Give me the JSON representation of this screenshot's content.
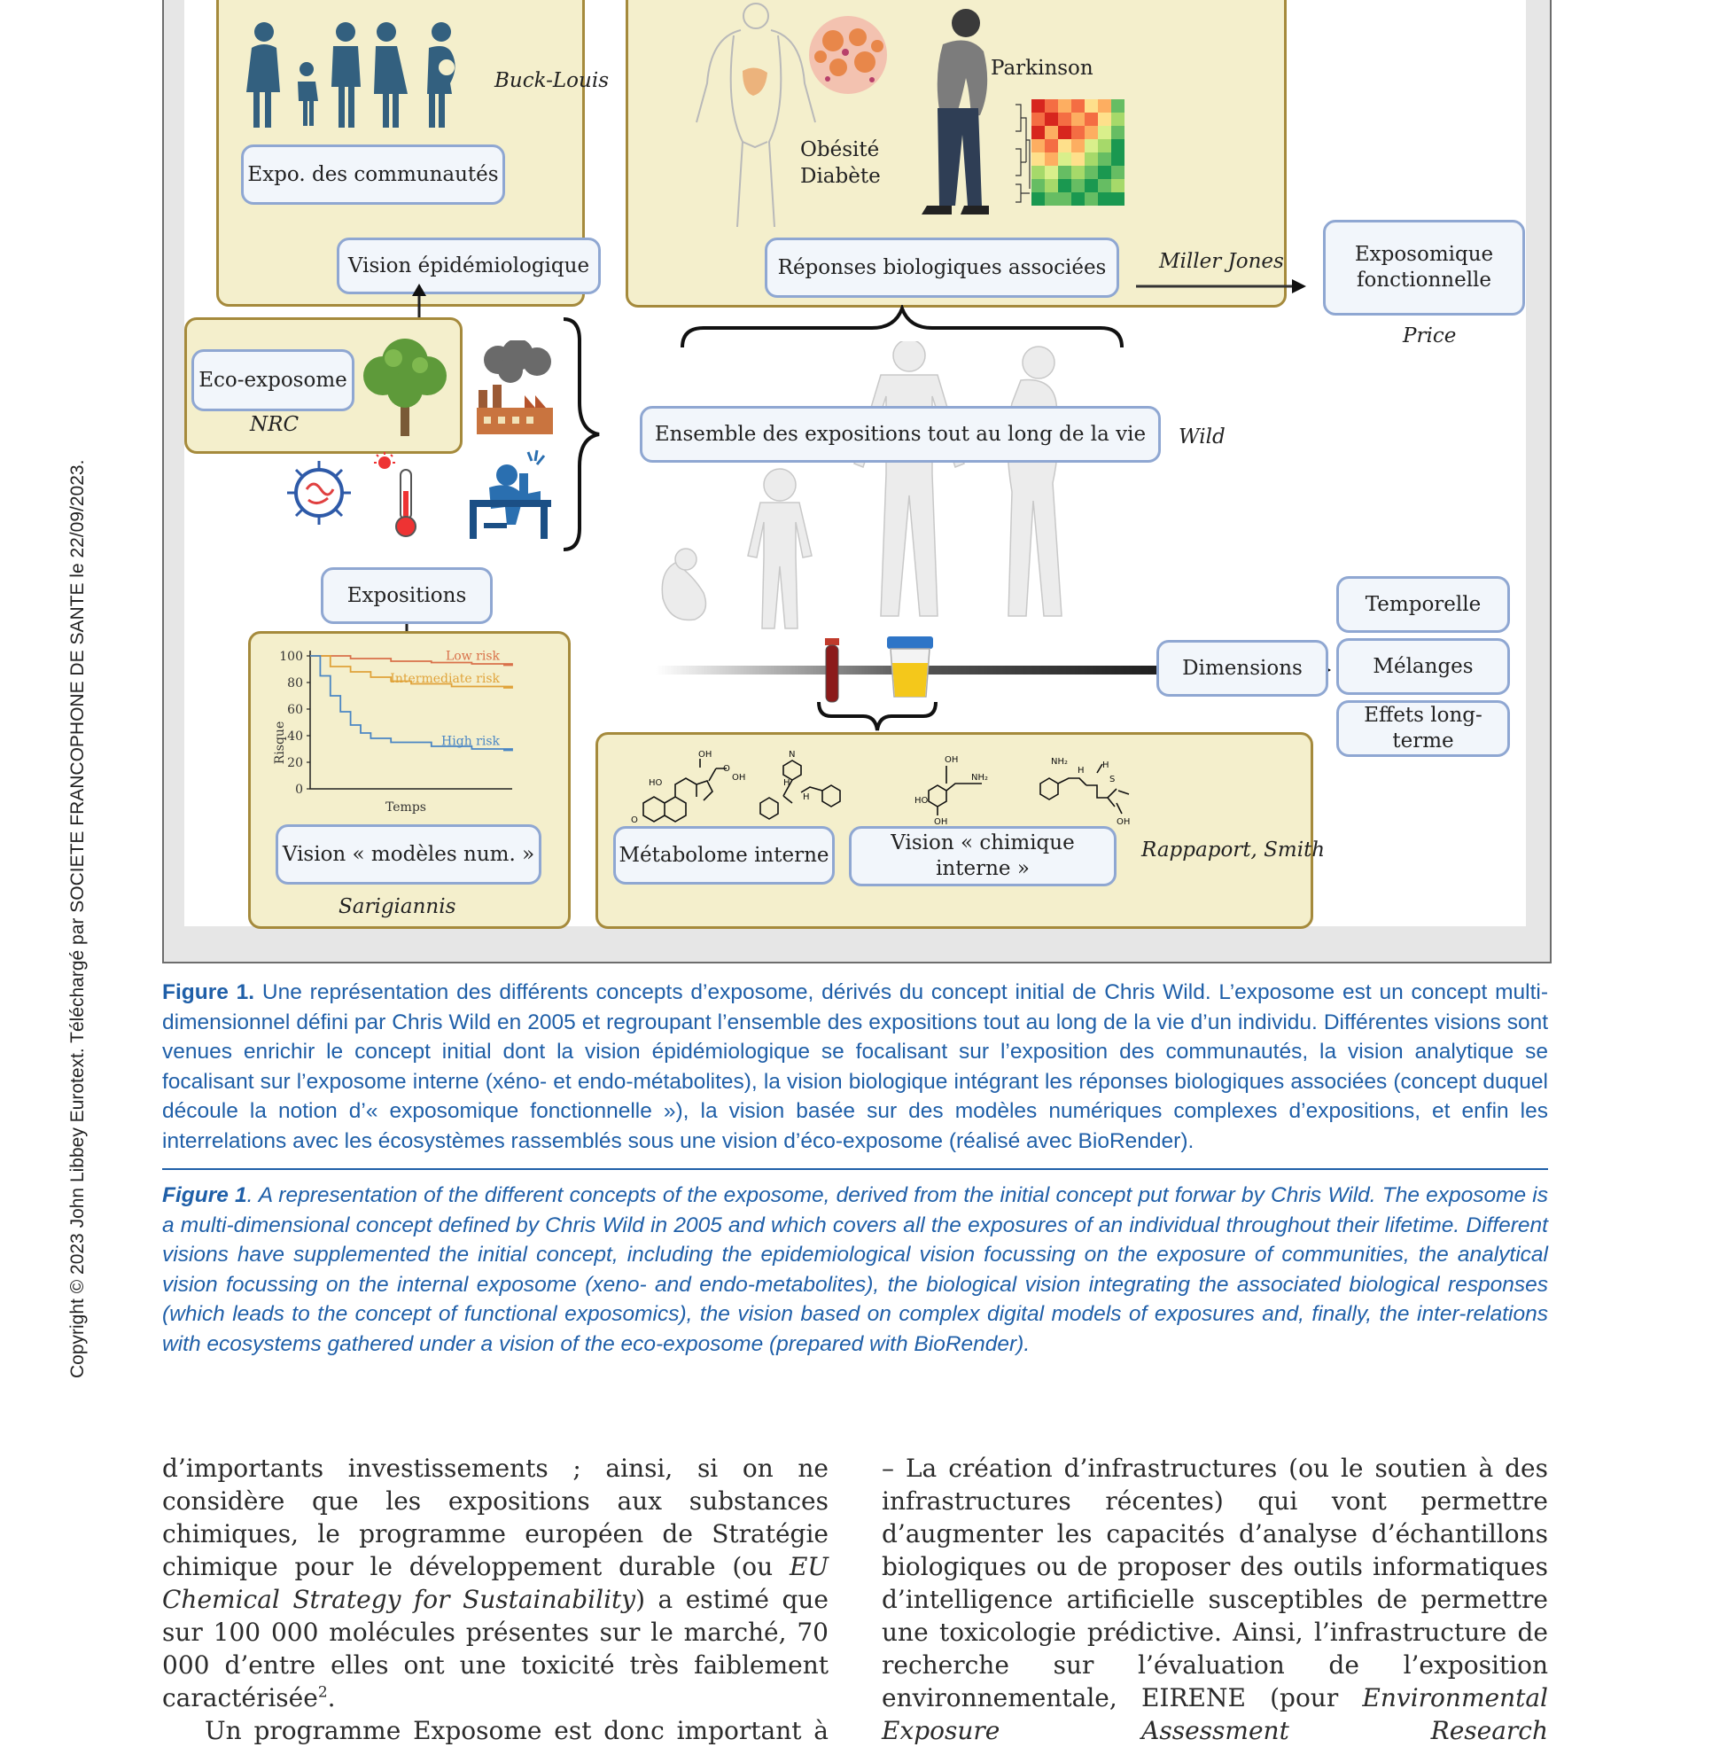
{
  "sidebar_note": "Copyright © 2023 John Libbey Eurotext. Téléchargé par SOCIETE FRANCOPHONE DE SANTE le 22/09/2023.",
  "figure": {
    "labels": {
      "expo_communautes": "Expo. des communautés",
      "buck_louis": "Buck-Louis",
      "vision_epidemio": "Vision épidémiologique",
      "obesite": "Obésité",
      "diabete": "Diabète",
      "parkinson": "Parkinson",
      "reponses_bio": "Réponses biologiques associées",
      "miller_jones": "Miller Jones",
      "exposomique_1": "Exposomique",
      "exposomique_2": "fonctionnelle",
      "price": "Price",
      "eco_exposome": "Eco-exposome",
      "nrc": "NRC",
      "ensemble": "Ensemble des expositions tout au long de la vie",
      "wild": "Wild",
      "expositions": "Expositions",
      "dimensions": "Dimensions",
      "temporelle": "Temporelle",
      "melanges": "Mélanges",
      "effets": "Effets long-terme",
      "vision_modeles": "Vision « modèles num. »",
      "sarigiannis": "Sarigiannis",
      "metabolome": "Métabolome interne",
      "vision_chimique": "Vision « chimique interne »",
      "rappaport": "Rappaport, Smith"
    },
    "chart_data": {
      "type": "line",
      "title": "",
      "xlabel": "Temps",
      "ylabel": "Risque",
      "ylim": [
        0,
        100
      ],
      "yticks": [
        "100",
        "80",
        "60",
        "40",
        "20",
        "0"
      ],
      "series": [
        {
          "name": "Low risk",
          "color": "#d9714a",
          "points": [
            [
              0,
              100
            ],
            [
              2,
              98
            ],
            [
              4,
              96
            ],
            [
              6,
              95
            ],
            [
              8,
              94
            ],
            [
              10,
              93
            ]
          ]
        },
        {
          "name": "Intermediate risk",
          "color": "#e0a33a",
          "points": [
            [
              0,
              100
            ],
            [
              1,
              92
            ],
            [
              2,
              88
            ],
            [
              3,
              84
            ],
            [
              4,
              81
            ],
            [
              5,
              79
            ],
            [
              7,
              77
            ],
            [
              10,
              76
            ]
          ]
        },
        {
          "name": "High risk",
          "color": "#4a86c4",
          "points": [
            [
              0,
              100
            ],
            [
              0.5,
              85
            ],
            [
              1,
              70
            ],
            [
              1.5,
              58
            ],
            [
              2,
              48
            ],
            [
              2.5,
              42
            ],
            [
              3,
              38
            ],
            [
              4,
              35
            ],
            [
              6,
              32
            ],
            [
              8,
              30
            ],
            [
              10,
              29
            ]
          ]
        }
      ]
    }
  },
  "caption_fr": {
    "label": "Figure 1.",
    "text": "Une représentation des différents concepts d’exposome, dérivés du concept initial de Chris Wild. L’exposome est un concept multi-dimensionnel défini par Chris Wild en 2005 et regroupant l’ensemble des expositions tout au long de la vie d’un individu. Différentes visions sont venues enrichir le concept initial dont la vision épidémiologique se focalisant sur l’exposition des communautés, la vision analytique se focalisant sur l’exposome interne (xéno- et endo-métabolites), la vision biologique intégrant les réponses biologiques associées (concept duquel découle la notion d’« exposomique fonctionnelle »), la vision basée sur des modèles numériques complexes d’expositions, et enfin les interrelations avec les écosystèmes rassemblés sous une vision d’éco-exposome (réalisé avec BioRender)."
  },
  "caption_en": {
    "label": "Figure 1",
    "text": ". A representation of the different concepts of the exposome, derived from the initial concept put forwar by Chris Wild. The exposome is a multi-dimensional concept defined by Chris Wild in 2005 and which covers all the exposures of an individual throughout their lifetime. Different visions have supplemented the initial concept, including the epidemiological vision focussing on the exposure of communities, the analytical vision focussing on the internal exposome (xeno- and endo-metabolites), the biological vision integrating the associated biological responses (which leads to the concept of functional exposomics), the vision based on complex digital models of exposures and, finally, the inter-relations with ecosystems gathered under a vision of the eco-exposome (prepared with BioRender)."
  },
  "body": {
    "left_p1": "d’importants investissements ; ainsi, si on ne considère que les expositions aux substances chimiques, le programme européen de Stratégie chimique pour le développement durable (ou ",
    "left_p1_ital": "EU Chemical Strategy for Sustainability",
    "left_p1_end": ") a estimé que sur 100 000 molécules présentes sur le marché, 70 000 d’entre elles ont une toxicité très faiblement caractérisée",
    "left_p1_sup": "2",
    "left_p1_tail": ".",
    "left_p2": "Un programme Exposome est donc important à",
    "right_p1": "– La création d’infrastructures (ou le soutien à des infrastructures récentes) qui vont permettre d’augmenter les capacités d’analyse d’échantillons biologiques ou de proposer des outils informatiques d’intelligence artificielle susceptibles de permettre une toxicologie prédictive. Ainsi, l’infrastructure de recherche sur l’évaluation de l’exposition environnementale, EIRENE (pour ",
    "right_p1_ital": "Environmental Exposure Assessment Research"
  }
}
